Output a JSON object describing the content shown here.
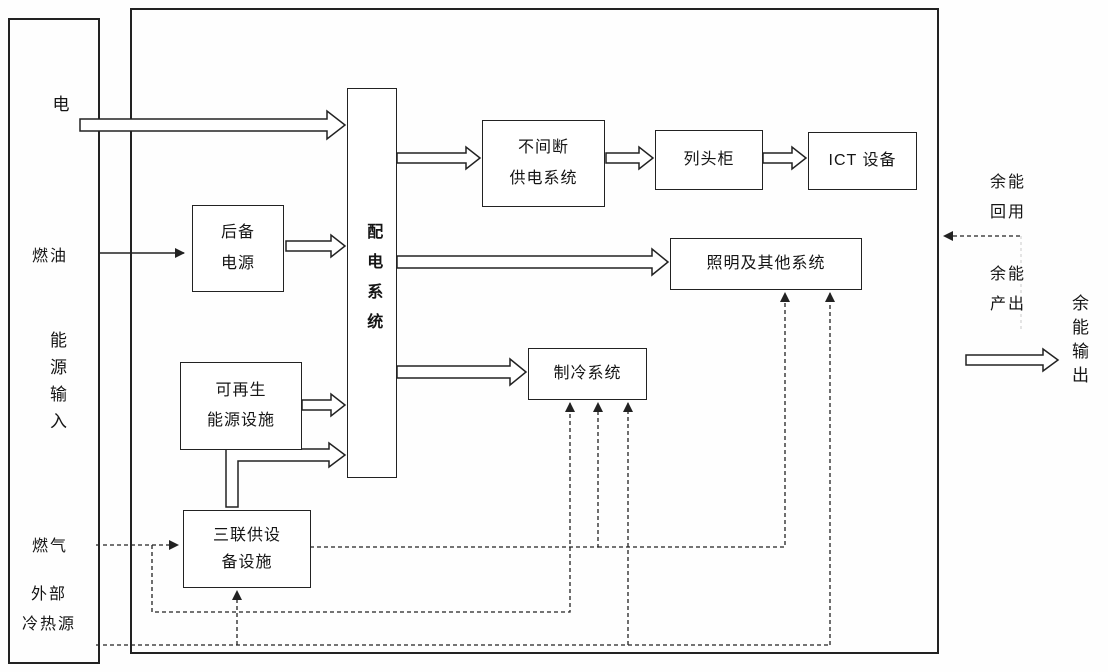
{
  "left_panel": {
    "electricity": "电",
    "fuel_oil": "燃油",
    "energy_input": "能源输入",
    "gas": "燃气",
    "external_source_line1": "外部",
    "external_source_line2": "冷热源"
  },
  "nodes": {
    "distribution": "配电系统",
    "backup_power": {
      "line1": "后备",
      "line2": "电源"
    },
    "renewable": {
      "line1": "可再生",
      "line2": "能源设施"
    },
    "trigeneration": {
      "line1": "三联供设",
      "line2": "备设施"
    },
    "ups": {
      "line1": "不间断",
      "line2": "供电系统"
    },
    "row_head_cabinet": "列头柜",
    "ict_equipment": "ICT 设备",
    "lighting_other": "照明及其他系统",
    "cooling": "制冷系统"
  },
  "right_panel": {
    "reuse": {
      "line1": "余能",
      "line2": "回用"
    },
    "produce": {
      "line1": "余能",
      "line2": "产出"
    },
    "energy_output": "余能输出"
  },
  "colors": {
    "line": "#222222",
    "faint": "#bbbbbb",
    "background": "#ffffff"
  }
}
